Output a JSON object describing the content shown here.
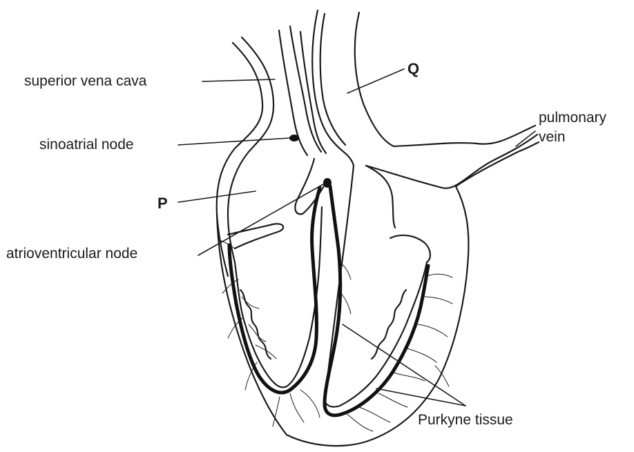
{
  "labels": {
    "superior_vena_cava": "superior vena cava",
    "sinoatrial_node": "sinoatrial node",
    "p": "P",
    "atrioventricular_node": "atrioventricular node",
    "q": "Q",
    "pulmonary_vein_line1": "pulmonary",
    "pulmonary_vein_line2": "vein",
    "purkyne_tissue": "Purkyne tissue"
  },
  "colors": {
    "stroke": "#1a1a1a",
    "background": "#ffffff"
  }
}
